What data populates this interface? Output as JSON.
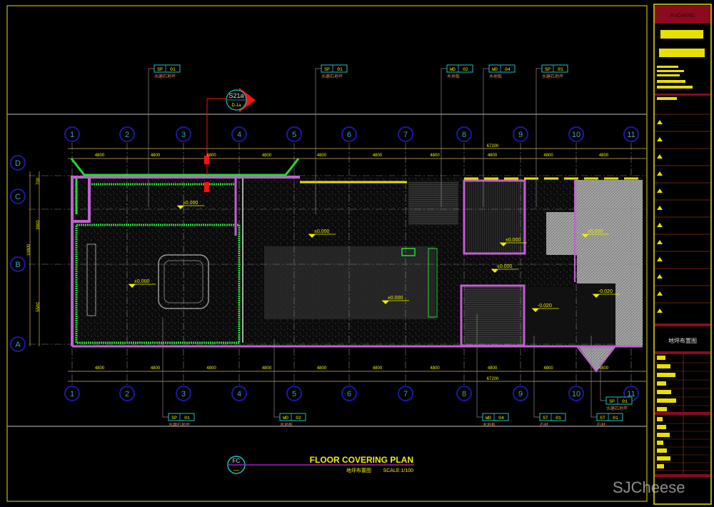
{
  "drawing": {
    "title": "FLOOR COVERING PLAN",
    "subtitle_cn": "地坪布置图",
    "scale": "SCALE:1/100",
    "view_tag_top": "FC",
    "view_tag_bottom": "—",
    "section_tag": "S21a",
    "section_sub": "D-1a"
  },
  "grid": {
    "columns": [
      "1",
      "2",
      "3",
      "4",
      "5",
      "6",
      "7",
      "8",
      "9",
      "10",
      "11"
    ],
    "rows": [
      "D",
      "C",
      "B",
      "A"
    ],
    "bay_dimension": "4800",
    "overall_dimension": "67200",
    "left_dims": [
      "700",
      "3900",
      "10800",
      "5500"
    ]
  },
  "tags_top": [
    {
      "code": "SP",
      "num": "01",
      "label": "水磨石地坪"
    },
    {
      "code": "SP",
      "num": "01",
      "label": "水磨石地坪"
    },
    {
      "code": "WD",
      "num": "02",
      "label": "木地板"
    },
    {
      "code": "WD",
      "num": "04",
      "label": "木地板"
    },
    {
      "code": "SP",
      "num": "01",
      "label": "水磨石地坪"
    }
  ],
  "tags_bottom": [
    {
      "code": "SP",
      "num": "01",
      "label": "水磨石地坪"
    },
    {
      "code": "WD",
      "num": "02",
      "label": "木地板"
    },
    {
      "code": "WD",
      "num": "04",
      "label": "木地板"
    },
    {
      "code": "ST",
      "num": "01",
      "label": "石材"
    },
    {
      "code": "ST",
      "num": "01",
      "label": "石材"
    },
    {
      "code": "SP",
      "num": "01",
      "label": "水磨石地坪"
    }
  ],
  "elevations": [
    "±0.000",
    "±0.000",
    "±0.000",
    "±0.000",
    "±0.000",
    "±0.000",
    "±0.000",
    "-0.020",
    "-0.020"
  ],
  "title_block": {
    "logo": "FUCHENG",
    "sheet_name": "地坪布置图",
    "watermark": "SJCheese"
  },
  "colors": {
    "background": "#000000",
    "frame": "#e8e000",
    "grid_bubble": "#1a1aa0",
    "wall_green": "#22dd33",
    "wall_magenta": "#c060d0",
    "dimension": "#d0b060",
    "text_yellow": "#f0f000",
    "tag_cyan": "#20c0c0",
    "section_red": "#ff1010",
    "title_red": "#8a0a20"
  }
}
